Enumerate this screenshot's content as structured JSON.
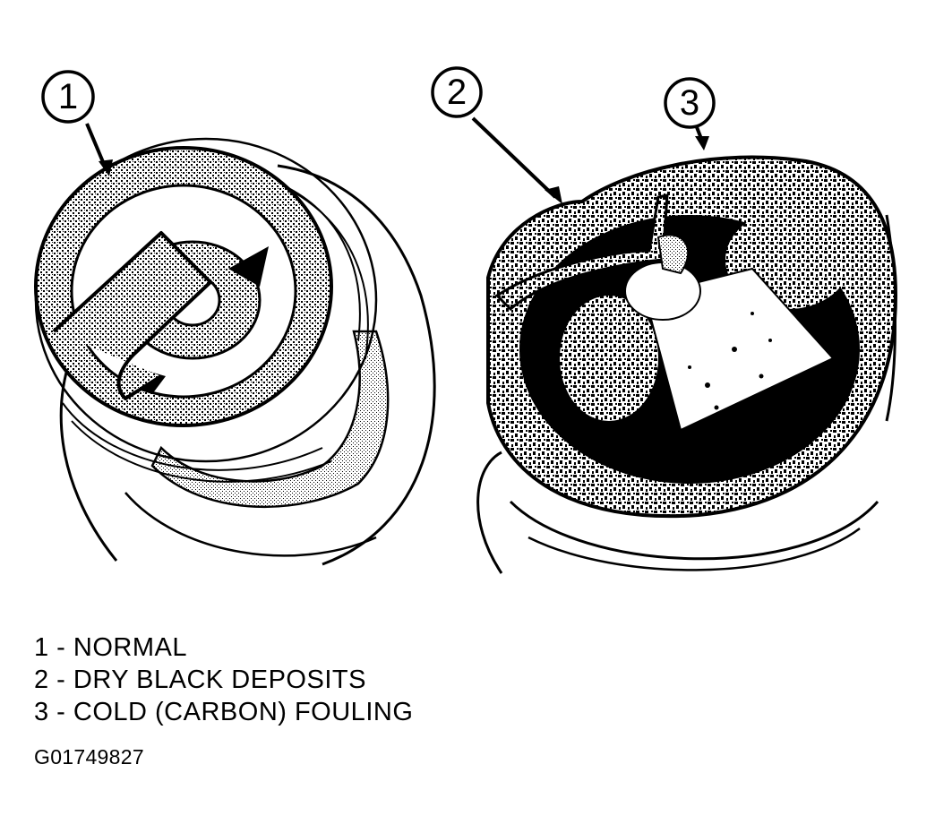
{
  "figure": {
    "id": "G01749827",
    "callouts": [
      {
        "number": "1",
        "target": "normal spark plug deposit ring"
      },
      {
        "number": "2",
        "target": "dry black deposits on ground electrode"
      },
      {
        "number": "3",
        "target": "carbon-fouled insulator ring"
      }
    ]
  },
  "legend": {
    "items": [
      {
        "label": "1 - NORMAL"
      },
      {
        "label": "2 - DRY BLACK DEPOSITS"
      },
      {
        "label": "3 - COLD (CARBON) FOULING"
      }
    ]
  },
  "colors": {
    "ink": "#000000",
    "paper": "#ffffff"
  }
}
